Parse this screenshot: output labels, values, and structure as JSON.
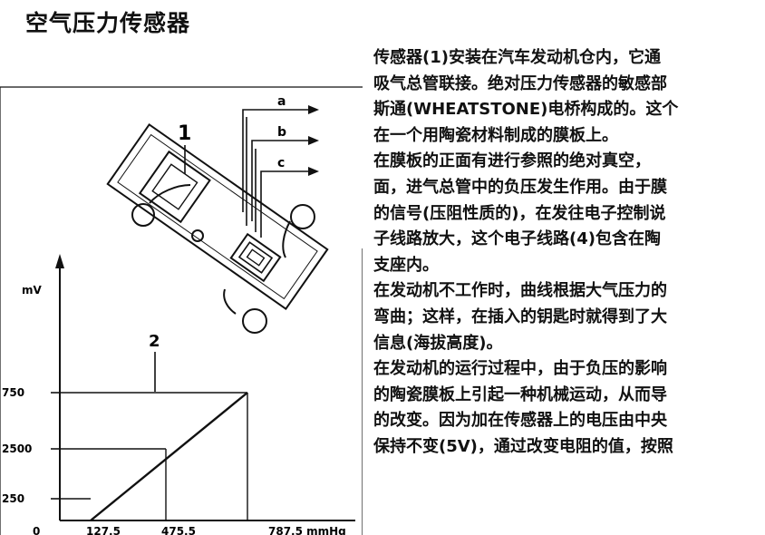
{
  "title": "空气压力传感器",
  "figure": {
    "sensor_label": "1",
    "lead_a": "a",
    "lead_b": "b",
    "lead_c": "c",
    "chart_label": "2",
    "y_unit": "mV",
    "y_ticks": [
      "750",
      "2500",
      "250"
    ],
    "x_ticks": [
      "0",
      "127,5",
      "475,5",
      "787,5 mmHg"
    ]
  },
  "paragraph_lines": [
    "传感器(1)安装在汽车发动机仓内，它通",
    "吸气总管联接。绝对压力传感器的敏感部",
    "斯通(WHEATSTONE)电桥构成的。这个",
    "在一个用陶瓷材料制成的膜板上。",
    "在膜板的正面有进行参照的绝对真空，",
    "面，进气总管中的负压发生作用。由于膜",
    "的信号(压阻性质的)，在发往电子控制说",
    "子线路放大，这个电子线路(4)包含在陶",
    "支座内。",
    "在发动机不工作时，曲线根据大气压力的",
    "弯曲；这样，在插入的钥匙时就得到了大",
    "信息(海拔高度)。",
    "在发动机的运行过程中，由于负压的影响",
    "的陶瓷膜板上引起一种机械运动，从而导",
    "的改变。因为加在传感器上的电压由中央",
    "保持不变(5V)，通过改变电阻的值，按照"
  ],
  "chart_data": {
    "type": "line",
    "x": [
      127.5,
      787.5
    ],
    "values": [
      250,
      750
    ],
    "x_tick_labels": [
      "0",
      "127,5",
      "475,5",
      "787,5 mmHg"
    ],
    "y_tick_labels": [
      "250",
      "2500",
      "750"
    ],
    "ylabel": "mV",
    "guides": [
      {
        "x": 475.5,
        "y_label": "2500"
      },
      {
        "x": 787.5,
        "y_label": "750"
      }
    ]
  },
  "colors": {
    "ink": "#111111",
    "background": "#ffffff"
  }
}
